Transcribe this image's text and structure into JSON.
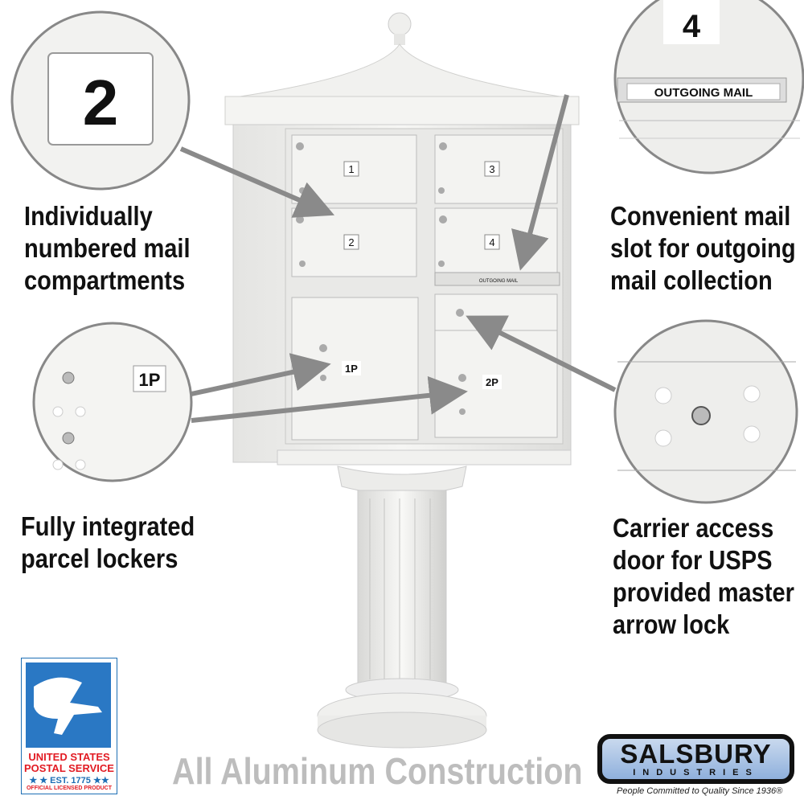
{
  "callouts": {
    "compartments": [
      "Individually",
      "numbered mail",
      "compartments"
    ],
    "outgoing": [
      "Convenient mail",
      "slot for outgoing",
      "mail collection"
    ],
    "parcel": [
      "Fully integrated",
      "parcel lockers"
    ],
    "carrier": [
      "Carrier access",
      "door for USPS",
      "provided master",
      "arrow lock"
    ]
  },
  "zoom_details": {
    "number_plate": "2",
    "outgoing_plate_number": "4",
    "outgoing_label": "OUTGOING MAIL",
    "parcel_plate": "1P"
  },
  "mailbox": {
    "doors": [
      "1",
      "2",
      "3",
      "4",
      "1P",
      "2P"
    ],
    "outgoing_slot_label": "OUTGOING MAIL"
  },
  "footer": {
    "title": "All Aluminum Construction"
  },
  "usps_logo": {
    "line1": "UNITED STATES",
    "line2": "POSTAL SERVICE",
    "line3": "★ ★ EST. 1775 ★★",
    "line4": "OFFICIAL LICENSED PRODUCT"
  },
  "salsbury_logo": {
    "name": "SALSBURY",
    "sub": "INDUSTRIES",
    "tagline": "People Committed to Quality Since 1936®"
  },
  "colors": {
    "arrow": "#8a8a8a",
    "usps_blue": "#2a78c4",
    "usps_red": "#e21b23",
    "footer_text": "#bdbdbd"
  }
}
